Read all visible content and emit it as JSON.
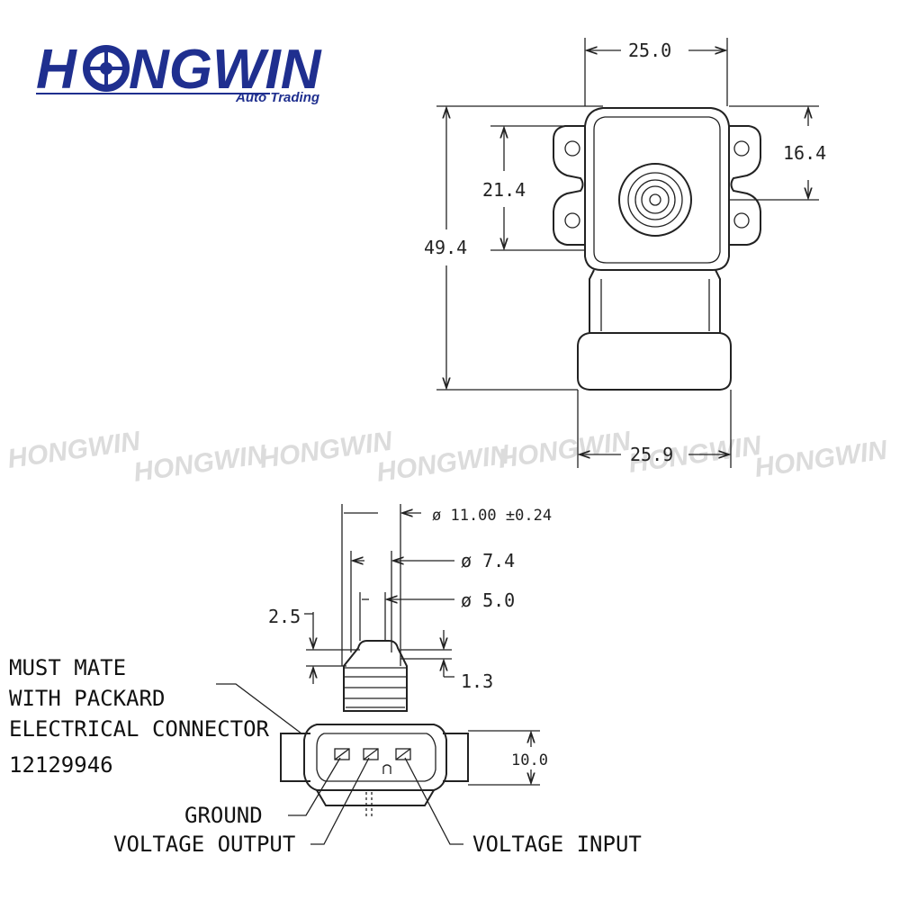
{
  "logo": {
    "name_part1": "H",
    "name_part2": "NGWIN",
    "tagline": "Auto Trading"
  },
  "watermark": {
    "text": "HONGWIN"
  },
  "top_view": {
    "dims": {
      "top_width": "25.0",
      "right_height": "16.4",
      "mid_height": "21.4",
      "total_height": "49.4",
      "bottom_width": "25.9"
    }
  },
  "connector_view": {
    "dims": {
      "outer_diameter": "ø 11.00 ±0.24",
      "mid_diameter": "ø 7.4",
      "inner_diameter": "ø 5.0",
      "tip_length": "2.5",
      "step_length": "1.3",
      "connector_height": "10.0"
    },
    "note_lines": [
      "MUST MATE",
      "WITH PACKARD",
      "ELECTRICAL CONNECTOR",
      "12129946"
    ],
    "pins": {
      "ground": "GROUND",
      "voltage_output": "VOLTAGE OUTPUT",
      "voltage_input": "VOLTAGE INPUT"
    }
  }
}
